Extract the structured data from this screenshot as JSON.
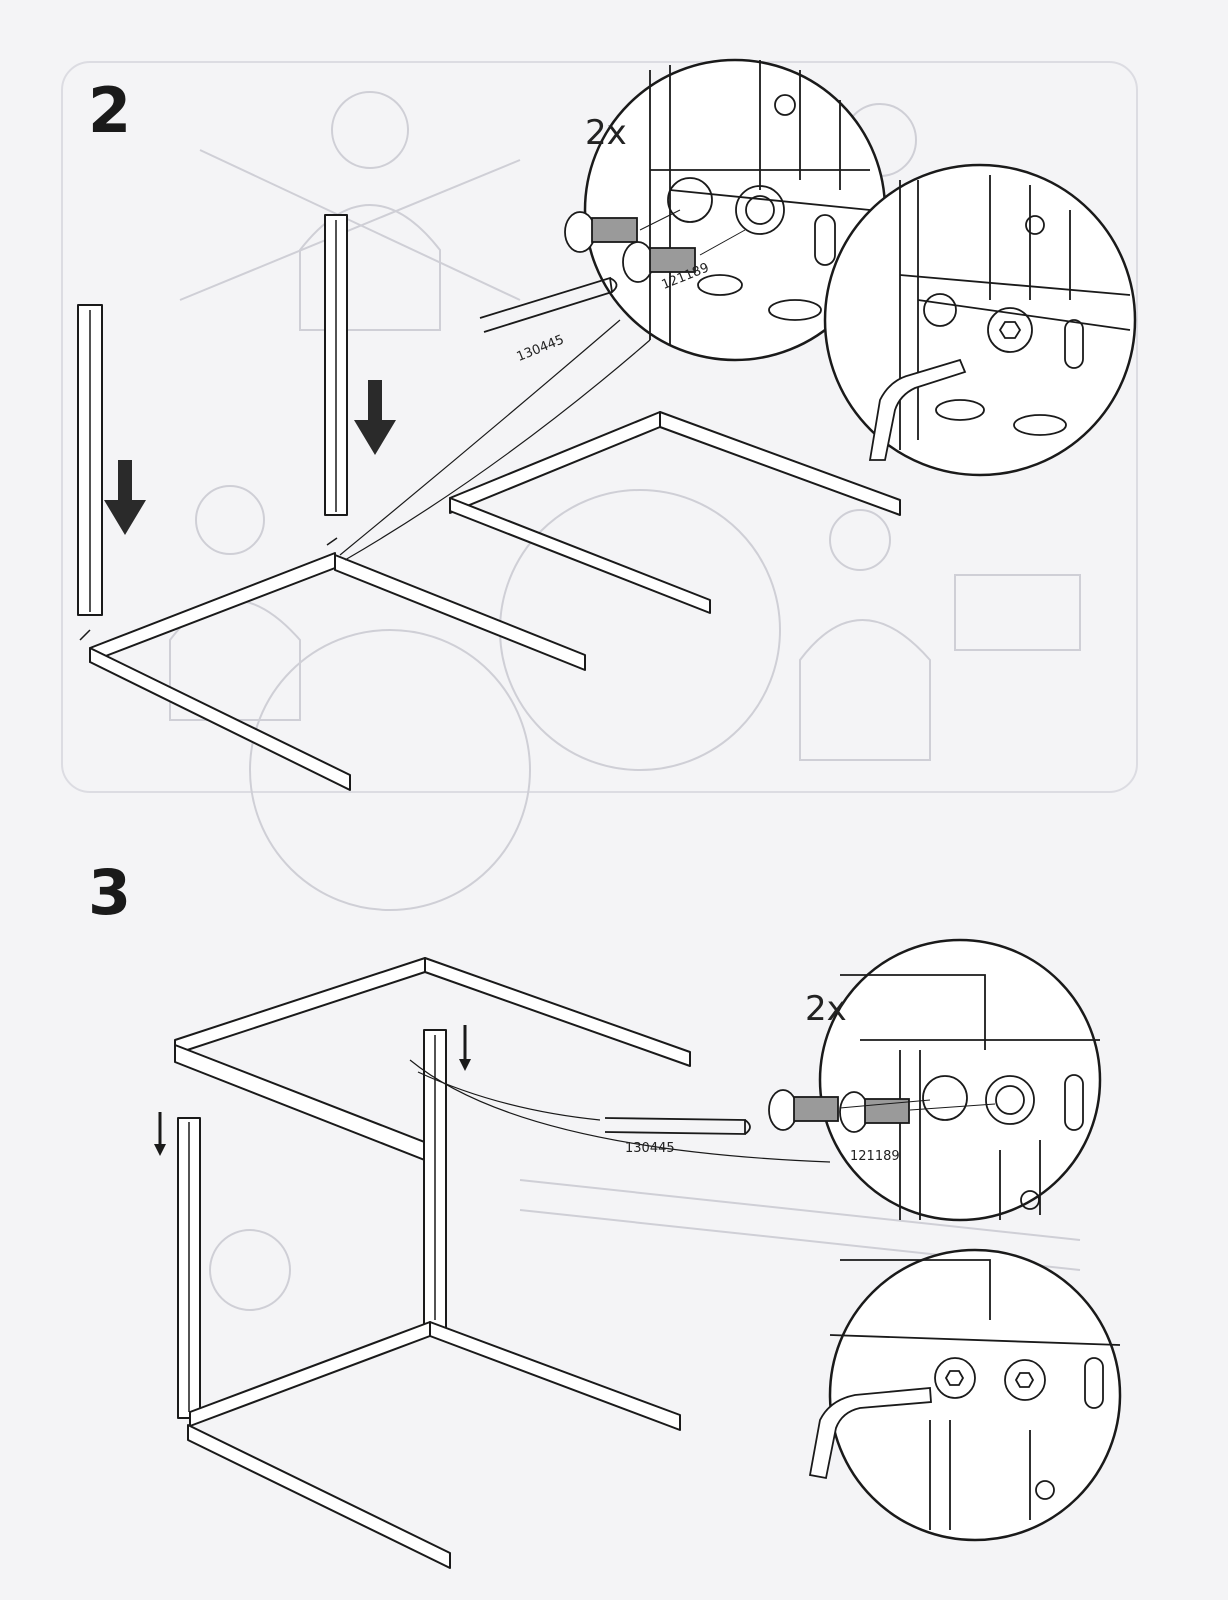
{
  "steps": [
    {
      "number": "2",
      "quantity": "2x",
      "parts": {
        "screw": "121189",
        "hex_key": "130445"
      }
    },
    {
      "number": "3",
      "quantity": "2x",
      "parts": {
        "screw": "121189",
        "hex_key": "130445"
      }
    }
  ],
  "colors": {
    "line": "#1a1a1a",
    "ghost": "#c9c9cf",
    "paper": "#f4f4f6",
    "fill": "#ffffff"
  }
}
